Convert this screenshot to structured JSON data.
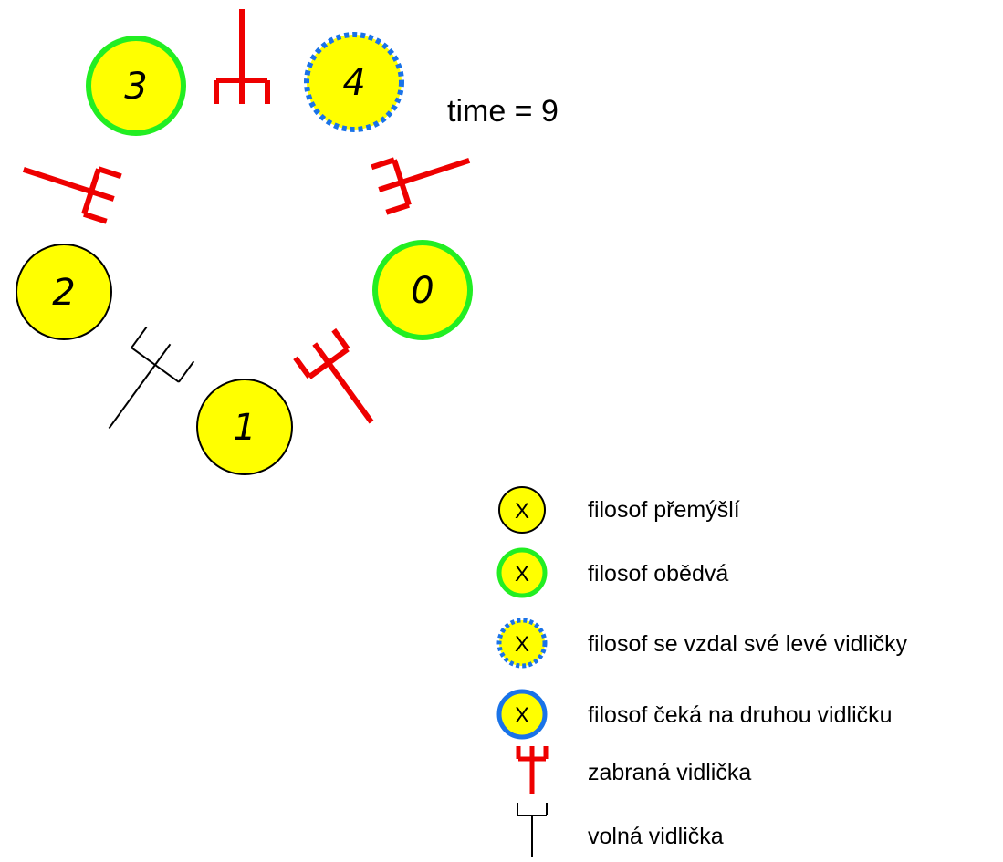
{
  "time_label": "time = 9",
  "colors": {
    "face": "#ffff00",
    "eating_ring": "#22ee22",
    "waiting_ring": "#1a73e8",
    "outline": "#000000",
    "taken_fork": "#ee0000",
    "free_fork": "#000000"
  },
  "philosophers": [
    {
      "id": "0",
      "state": "eating"
    },
    {
      "id": "1",
      "state": "thinking"
    },
    {
      "id": "2",
      "state": "thinking"
    },
    {
      "id": "3",
      "state": "eating"
    },
    {
      "id": "4",
      "state": "gave-up-left-fork"
    }
  ],
  "forks": [
    {
      "between": "3-4",
      "state": "taken"
    },
    {
      "between": "4-0",
      "state": "taken"
    },
    {
      "between": "0-1",
      "state": "taken"
    },
    {
      "between": "1-2",
      "state": "free"
    },
    {
      "between": "2-3",
      "state": "taken"
    }
  ],
  "legend": {
    "symbol_letter": "X",
    "items": [
      {
        "key": "thinking",
        "label": "filosof přemýšlí"
      },
      {
        "key": "eating",
        "label": "filosof obědvá"
      },
      {
        "key": "gave-up",
        "label": "filosof se vzdal své levé vidličky"
      },
      {
        "key": "waiting",
        "label": "filosof čeká na druhou vidličku"
      },
      {
        "key": "taken-fork",
        "label": "zabraná vidlička"
      },
      {
        "key": "free-fork",
        "label": "volná vidlička"
      }
    ]
  }
}
